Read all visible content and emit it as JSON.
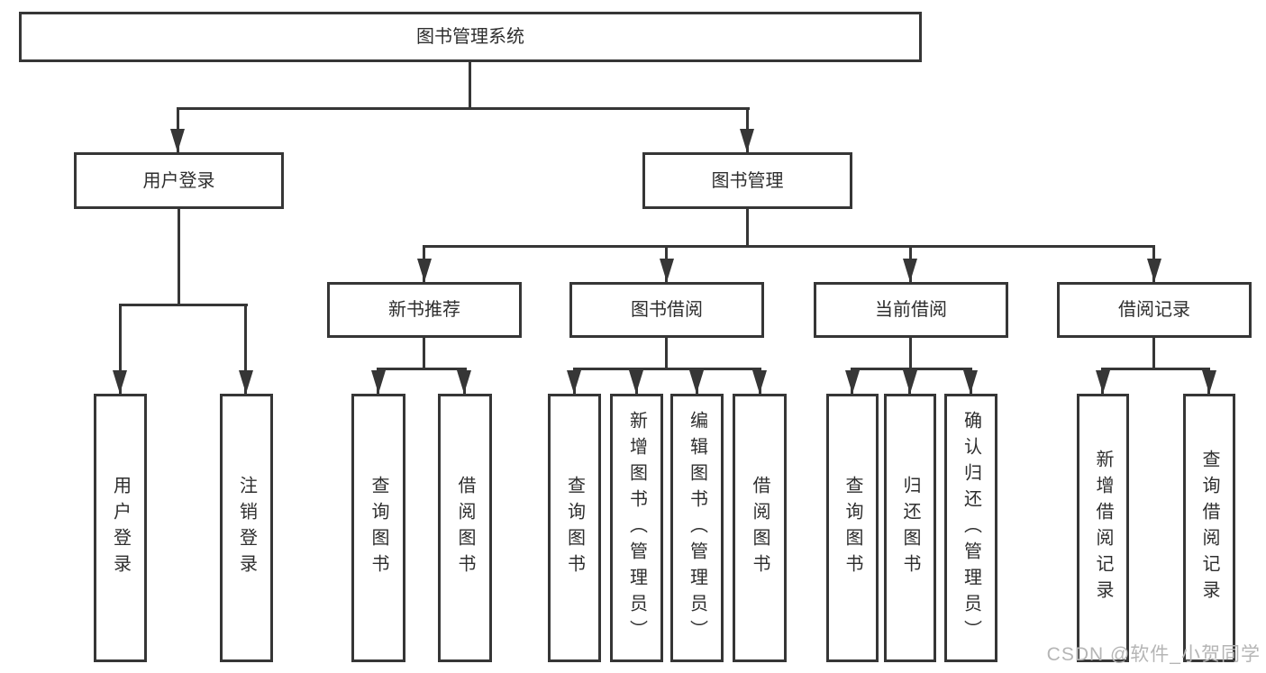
{
  "tree": {
    "root": "图书管理系统",
    "children": [
      {
        "label": "用户登录",
        "leaves": [
          "用户登录",
          "注销登录"
        ]
      },
      {
        "label": "图书管理",
        "children": [
          {
            "label": "新书推荐",
            "leaves": [
              "查询图书",
              "借阅图书"
            ]
          },
          {
            "label": "图书借阅",
            "leaves": [
              "查询图书",
              "新增图书（管理员）",
              "编辑图书（管理员）",
              "借阅图书"
            ]
          },
          {
            "label": "当前借阅",
            "leaves": [
              "查询图书",
              "归还图书",
              "确认归还（管理员）"
            ]
          },
          {
            "label": "借阅记录",
            "leaves": [
              "新增借阅记录",
              "查询借阅记录"
            ]
          }
        ]
      }
    ]
  },
  "watermark": "CSDN @软件_小贺同学",
  "colors": {
    "line": "#363636",
    "text": "#2e2e2e",
    "background": "#ffffff",
    "watermark": "#b5b5b5"
  }
}
